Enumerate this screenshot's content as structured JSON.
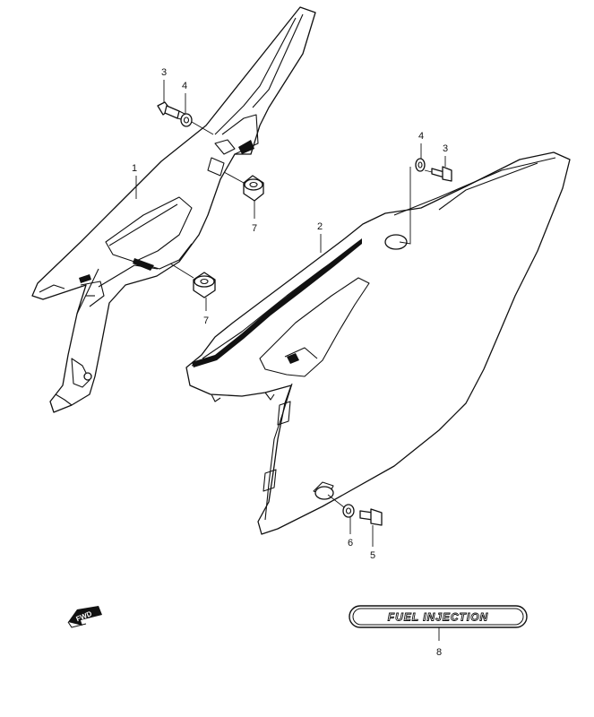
{
  "callouts": {
    "frame_cover": "1",
    "side_cover": "2",
    "bolt_upper": "3",
    "washer_upper": "4",
    "bolt_right": "3",
    "washer_right": "4",
    "bolt_lower": "5",
    "washer_lower": "6",
    "cushion_upper": "7",
    "cushion_lower": "7",
    "emblem": "8"
  },
  "emblem_text": "FUEL INJECTION",
  "fwd_text": "FWD",
  "colors": {
    "line": "#111111",
    "background": "#ffffff"
  }
}
